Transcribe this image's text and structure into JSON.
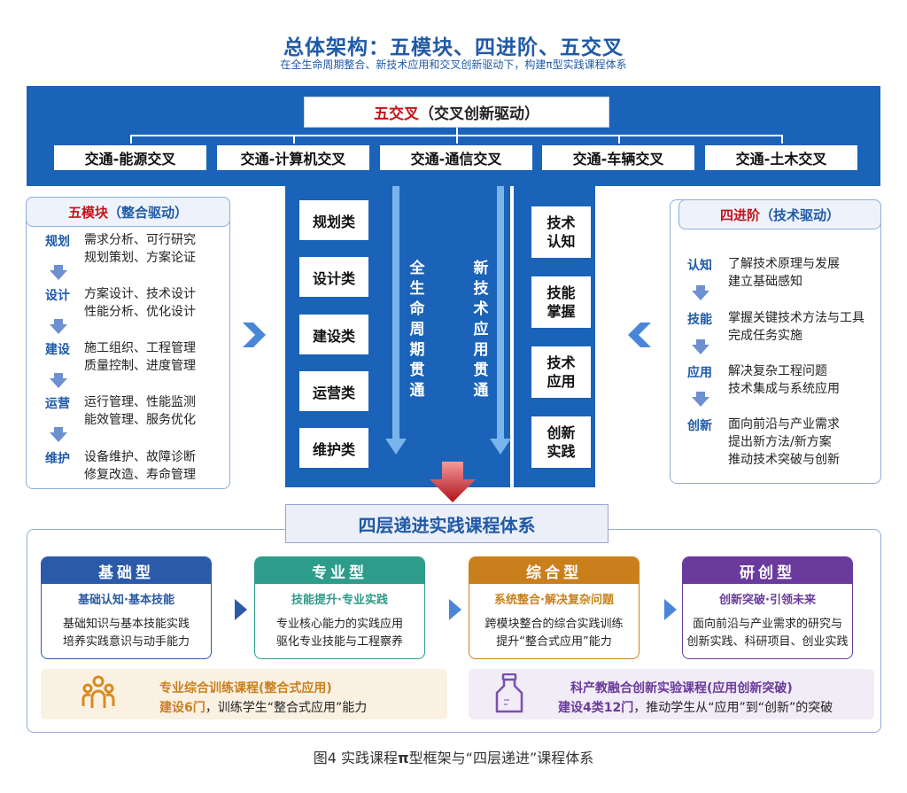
{
  "header": {
    "title": "总体架构：五模块、四进阶、五交叉",
    "subtitle": "在全生命周期整合、新技术应用和交叉创新驱动下，构建π型实践课程体系"
  },
  "cross": {
    "title_red": "五交叉",
    "title_rest": "（交叉创新驱动）",
    "items": [
      "交通-能源交叉",
      "交通-计算机交叉",
      "交通-通信交叉",
      "交通-车辆交叉",
      "交通-土木交叉"
    ]
  },
  "modules": {
    "header_red": "五模块",
    "header_rest": "（整合驱动）",
    "items": [
      {
        "label": "规划",
        "line1": "需求分析、可行研究",
        "line2": "规划策划、方案论证"
      },
      {
        "label": "设计",
        "line1": "方案设计、技术设计",
        "line2": "性能分析、优化设计"
      },
      {
        "label": "建设",
        "line1": "施工组织、工程管理",
        "line2": "质量控制、进度管理"
      },
      {
        "label": "运营",
        "line1": "运行管理、性能监测",
        "line2": "能效管理、服务优化"
      },
      {
        "label": "维护",
        "line1": "设备维护、故障诊断",
        "line2": "修复改造、寿命管理"
      }
    ]
  },
  "pillar_left": {
    "stages": [
      "规划类",
      "设计类",
      "建设类",
      "运营类",
      "维护类"
    ],
    "vertical_label": [
      "全",
      "生",
      "命",
      "周",
      "期",
      "贯",
      "通"
    ]
  },
  "pillar_right": {
    "vertical_label": [
      "新",
      "技",
      "术",
      "应",
      "用",
      "贯",
      "通"
    ],
    "stages": [
      {
        "line1": "技术",
        "line2": "认知"
      },
      {
        "line1": "技能",
        "line2": "掌握"
      },
      {
        "line1": "技术",
        "line2": "应用"
      },
      {
        "line1": "创新",
        "line2": "实践"
      }
    ]
  },
  "advance": {
    "header_red": "四进阶",
    "header_rest": "（技术驱动）",
    "items": [
      {
        "label": "认知",
        "line1": "了解技术原理与发展",
        "line2": "建立基础感知",
        "line3": ""
      },
      {
        "label": "技能",
        "line1": "掌握关键技术方法与工具",
        "line2": "完成任务实施",
        "line3": ""
      },
      {
        "label": "应用",
        "line1": "解决复杂工程问题",
        "line2": "技术集成与系统应用",
        "line3": ""
      },
      {
        "label": "创新",
        "line1": "面向前沿与产业需求",
        "line2": "提出新方法/新方案",
        "line3": "推动技术突破与创新"
      }
    ]
  },
  "practice": {
    "title": "四层递进实践课程体系",
    "cards": [
      {
        "title": "基础型",
        "subtitle": "基础认知·基本技能",
        "line1": "基础知识与基本技能实践",
        "line2": "培养实践意识与动手能力",
        "color": "#2a5aa8"
      },
      {
        "title": "专业型",
        "subtitle": "技能提升·专业实践",
        "line1": "专业核心能力的实践应用",
        "line2": "驱化专业技能与工程察养",
        "color": "#2e9c8a"
      },
      {
        "title": "综合型",
        "subtitle": "系统整合·解决复杂问题",
        "line1": "跨模块整合的综合实践训练",
        "line2": "提升“整合式应用”能力",
        "color": "#c9801c"
      },
      {
        "title": "研创型",
        "subtitle": "创新突破·引领未来",
        "line1": "面向前沿与产业需求的研究与",
        "line2": "创新实践、科研项目、创业实践",
        "color": "#6a3a9c"
      }
    ],
    "course_left": {
      "title": "专业综合训练课程(整合式应用)",
      "desc_bold": "建设6门",
      "desc_rest": "，训练学生“整合式应用”能力",
      "icon": "people-icon"
    },
    "course_right": {
      "title": "科产教融合创新实验课程(应用创新突破)",
      "desc_bold": "建设4类12门",
      "desc_rest": "，推动学生从“应用”到“创新”的突破",
      "icon": "flask-icon"
    }
  },
  "caption": {
    "prefix": "图4 实践课程",
    "pi": "π",
    "suffix": "型框架与“四层递进”课程体系"
  }
}
